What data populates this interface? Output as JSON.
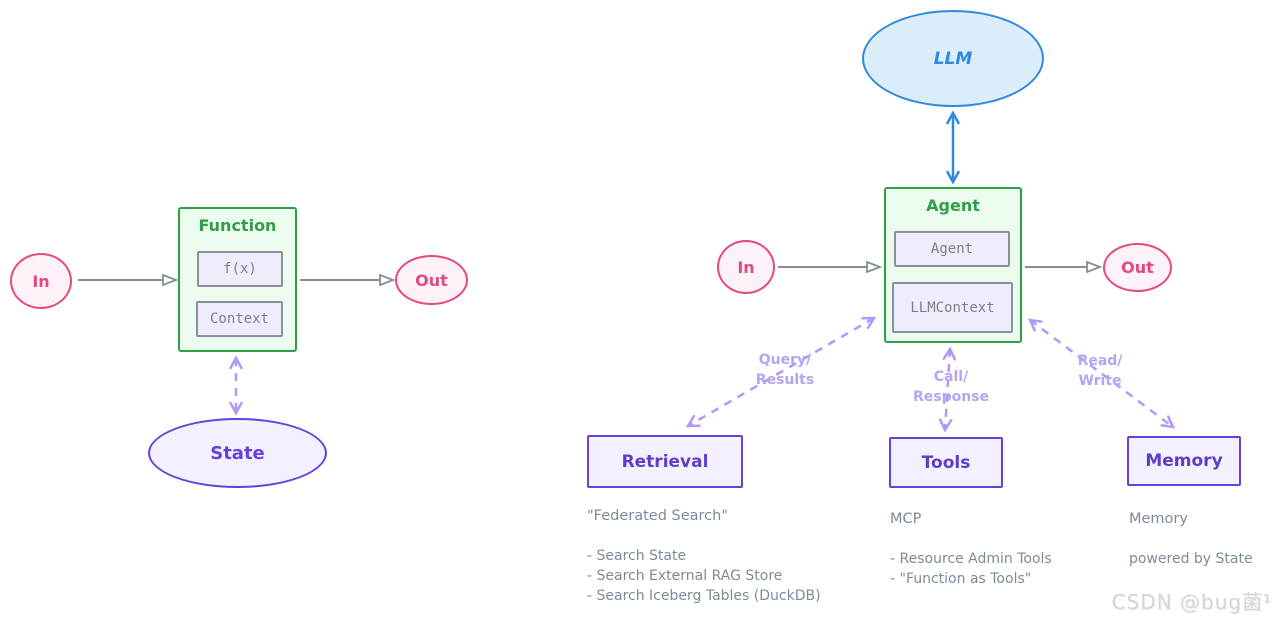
{
  "left": {
    "in": "In",
    "out": "Out",
    "function": {
      "title": "Function",
      "slot1": "f(x)",
      "slot2": "Context"
    },
    "state": "State"
  },
  "right": {
    "llm": "LLM",
    "agent": {
      "title": "Agent",
      "slot1": "Agent",
      "slot2": "LLMContext"
    },
    "in": "In",
    "out": "Out",
    "nodes": {
      "retrieval": "Retrieval",
      "tools": "Tools",
      "memory": "Memory"
    },
    "edges": {
      "retrieval": {
        "line1": "Query/",
        "line2": "Results"
      },
      "tools": {
        "line1": "Call/",
        "line2": "Response"
      },
      "memory": {
        "line1": "Read/",
        "line2": "Write"
      }
    },
    "notes": {
      "retrieval": {
        "title": "\"Federated Search\"",
        "items": [
          "- Search State",
          "- Search External RAG Store",
          "- Search Iceberg Tables (DuckDB)"
        ]
      },
      "tools": {
        "title": "MCP",
        "items": [
          "- Resource Admin Tools",
          "- \"Function as Tools\""
        ]
      },
      "memory": {
        "title": "Memory",
        "items": [
          "powered by State"
        ]
      }
    }
  },
  "watermark": "CSDN @bug菌¹",
  "colors": {
    "pink": "#e64980",
    "green": "#2f9e44",
    "purple": "#6741d9",
    "light_purple": "#b197fc",
    "blue": "#2e8ae0",
    "arrow_gray": "#868e96",
    "note_gray": "#7e8a99"
  }
}
